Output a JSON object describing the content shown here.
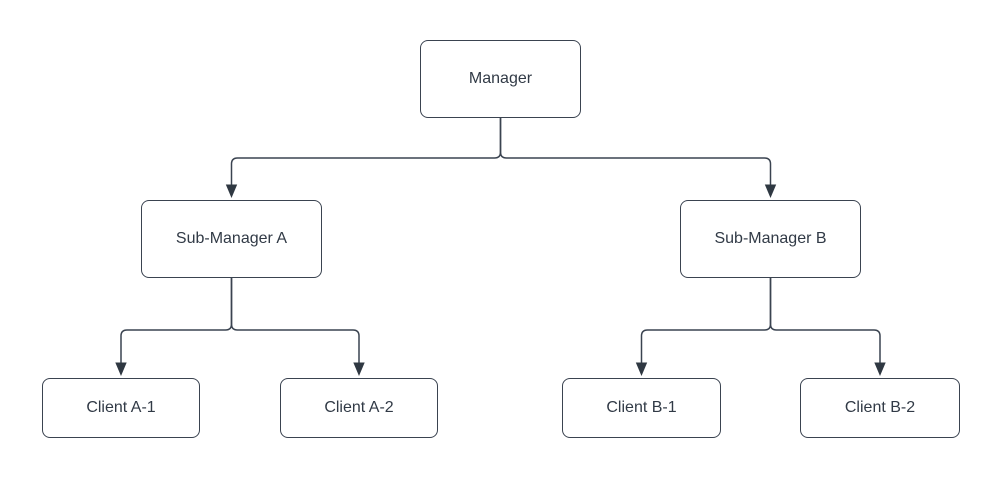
{
  "diagram": {
    "type": "org-chart-tree",
    "colors": {
      "background": "#ffffff",
      "node_fill": "#ffffff",
      "node_border": "#3a4350",
      "connector": "#3a4350",
      "arrowhead": "#2f3842",
      "text": "#313a46"
    },
    "nodes": [
      {
        "id": "manager",
        "label": "Manager",
        "level": 0,
        "parent": null
      },
      {
        "id": "sub-manager-a",
        "label": "Sub-Manager A",
        "level": 1,
        "parent": "manager"
      },
      {
        "id": "sub-manager-b",
        "label": "Sub-Manager B",
        "level": 1,
        "parent": "manager"
      },
      {
        "id": "client-a1",
        "label": "Client A-1",
        "level": 2,
        "parent": "sub-manager-a"
      },
      {
        "id": "client-a2",
        "label": "Client A-2",
        "level": 2,
        "parent": "sub-manager-a"
      },
      {
        "id": "client-b1",
        "label": "Client B-1",
        "level": 2,
        "parent": "sub-manager-b"
      },
      {
        "id": "client-b2",
        "label": "Client B-2",
        "level": 2,
        "parent": "sub-manager-b"
      }
    ],
    "edges": [
      {
        "from": "manager",
        "to": "sub-manager-a",
        "arrow": "filled-triangle"
      },
      {
        "from": "manager",
        "to": "sub-manager-b",
        "arrow": "filled-triangle"
      },
      {
        "from": "sub-manager-a",
        "to": "client-a1",
        "arrow": "filled-triangle"
      },
      {
        "from": "sub-manager-a",
        "to": "client-a2",
        "arrow": "filled-triangle"
      },
      {
        "from": "sub-manager-b",
        "to": "client-b1",
        "arrow": "filled-triangle"
      },
      {
        "from": "sub-manager-b",
        "to": "client-b2",
        "arrow": "filled-triangle"
      }
    ]
  }
}
